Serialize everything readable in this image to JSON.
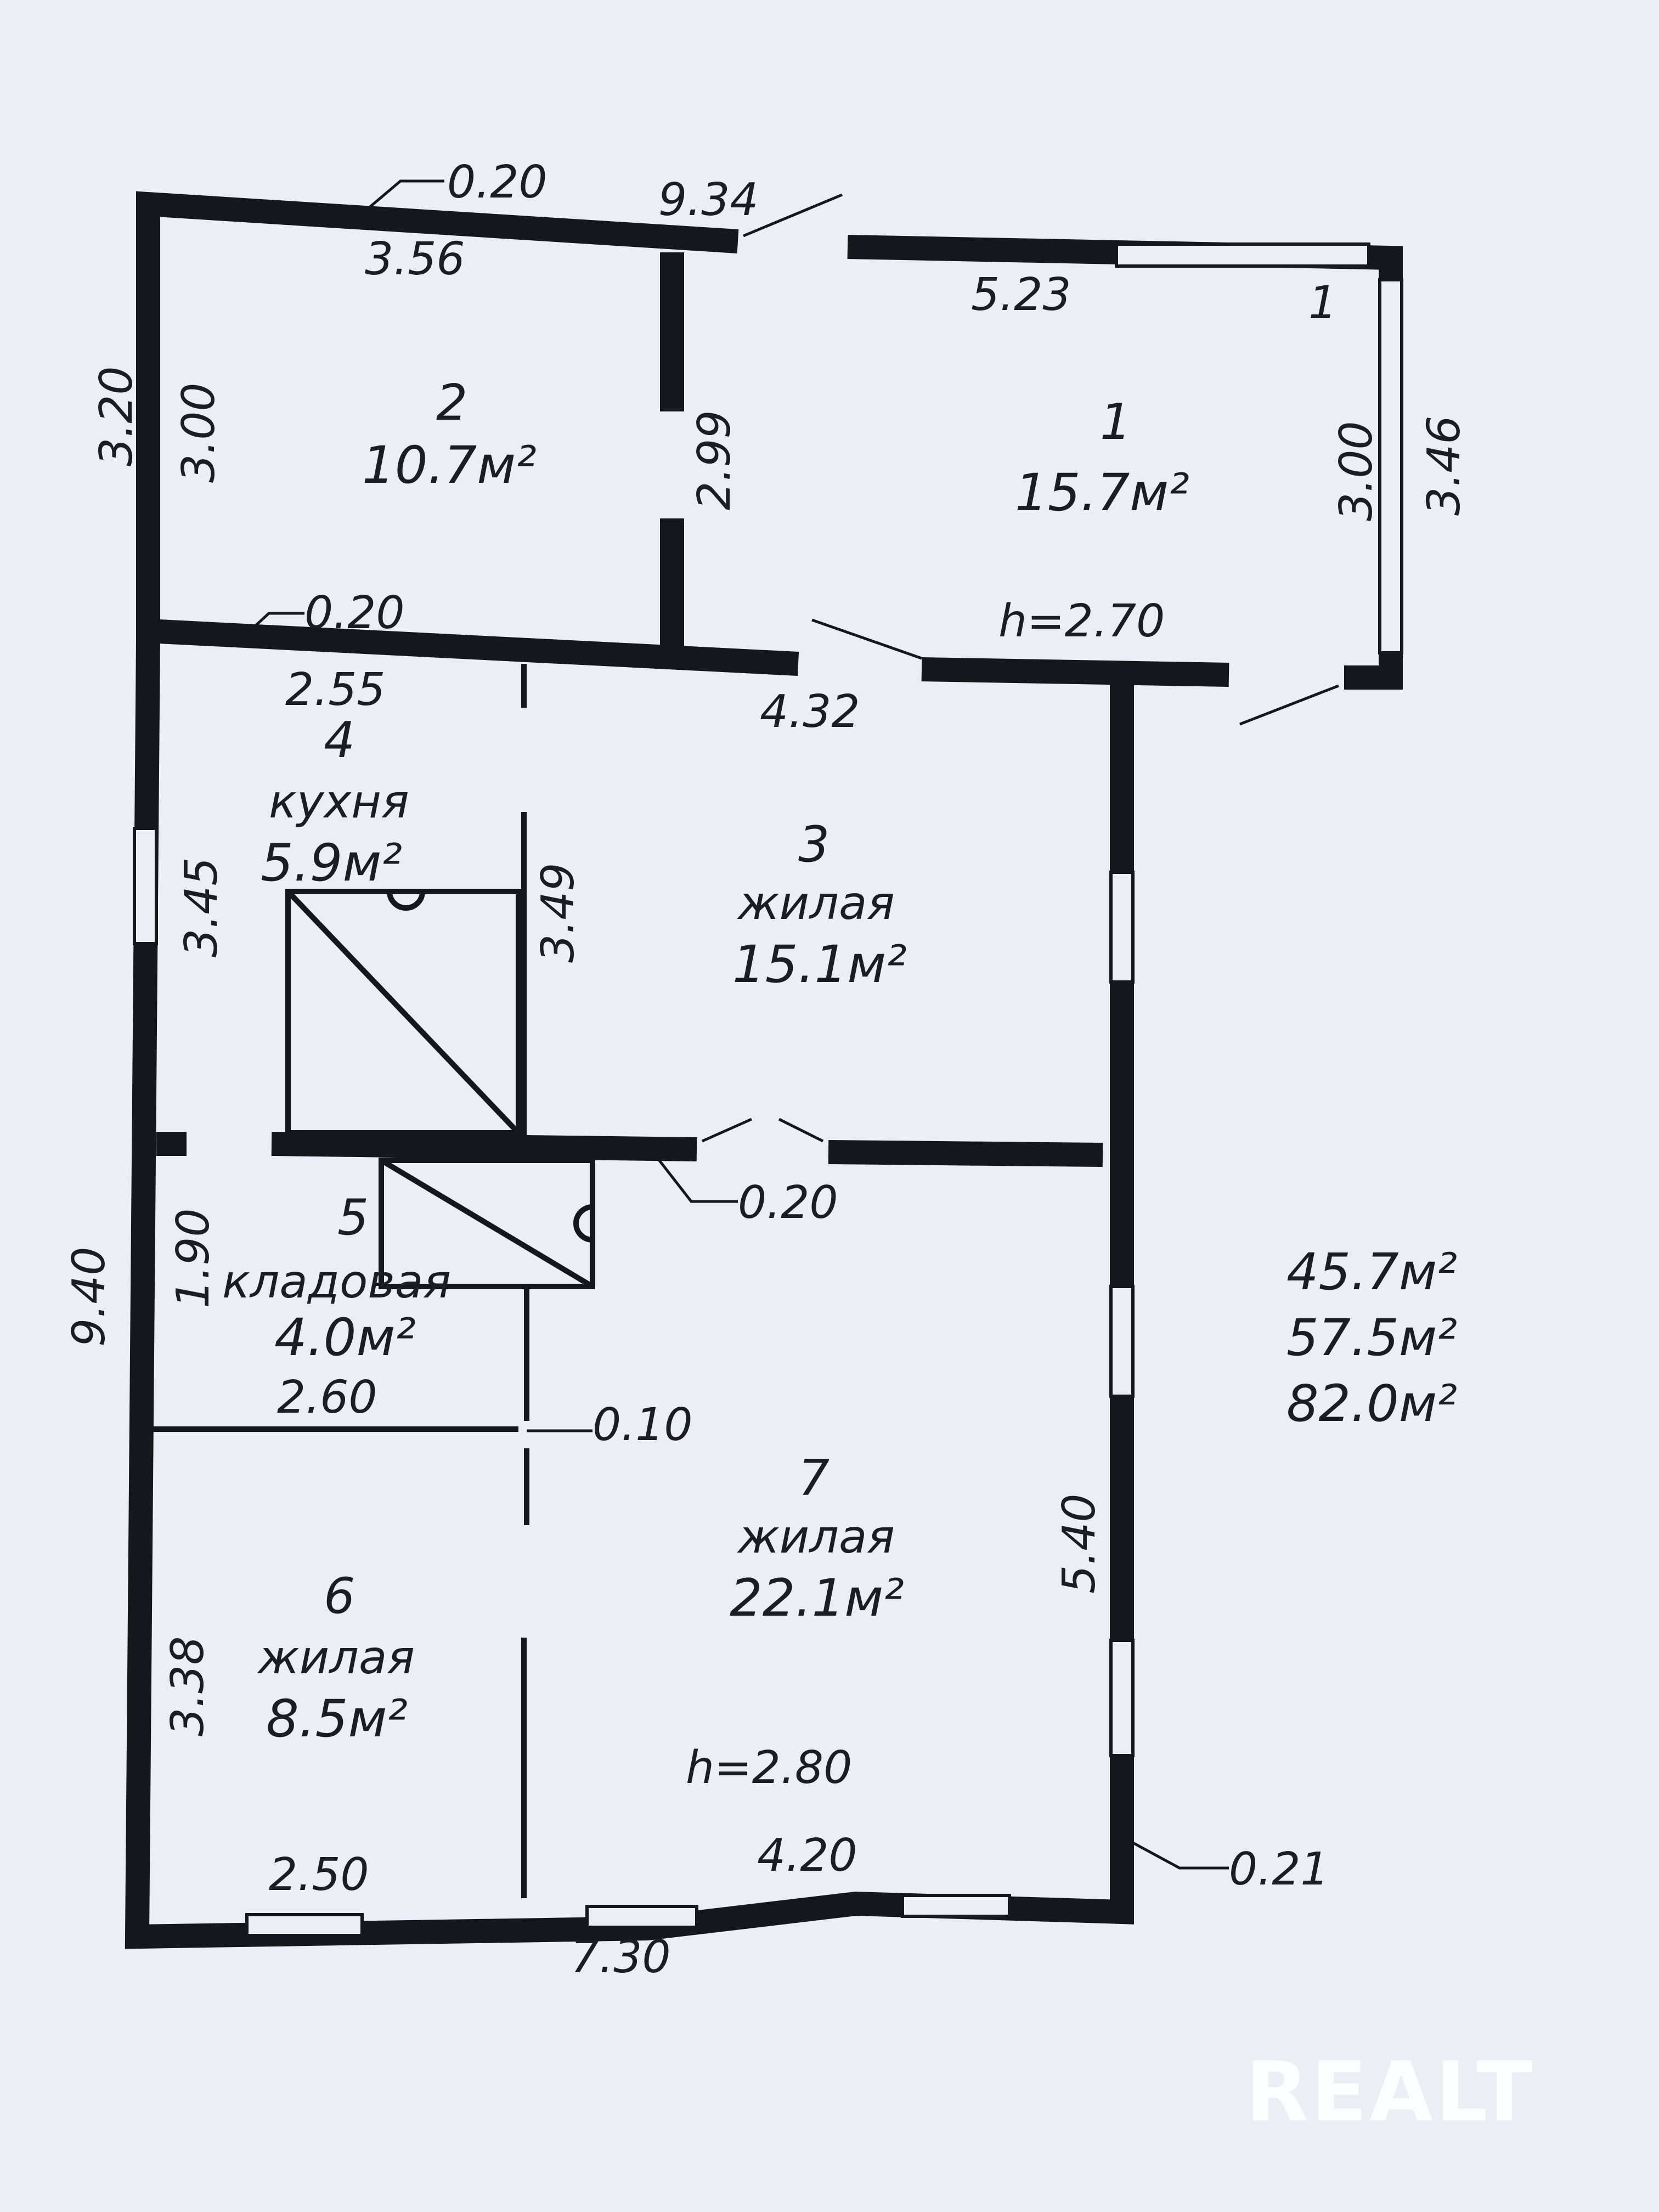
{
  "rooms": [
    {
      "num": "1",
      "name": "",
      "area": "15.7м²"
    },
    {
      "num": "2",
      "name": "",
      "area": "10.7м²"
    },
    {
      "num": "3",
      "name": "жилая",
      "area": "15.1м²"
    },
    {
      "num": "4",
      "name": "кухня",
      "area": "5.9м²"
    },
    {
      "num": "5",
      "name": "кладовая",
      "area": "4.0м²"
    },
    {
      "num": "6",
      "name": "жилая",
      "area": "8.5м²"
    },
    {
      "num": "7",
      "name": "жилая",
      "area": "22.1м²"
    }
  ],
  "dimensions": {
    "d020_top": "0.20",
    "d934": "9.34",
    "d356": "3.56",
    "d523": "5.23",
    "d1_mark": "1",
    "d320": "3.20",
    "d300_left": "3.00",
    "d299": "2.99",
    "d300_right": "3.00",
    "d346": "3.46",
    "d020_mid": "0.20",
    "h270": "h=2.70",
    "d255": "2.55",
    "d432": "4.32",
    "d345": "3.45",
    "d349": "3.49",
    "d020_inner": "0.20",
    "d940": "9.40",
    "d190": "1.90",
    "d260": "2.60",
    "d010": "0.10",
    "d540": "5.40",
    "d338": "3.38",
    "h280": "h=2.80",
    "d250": "2.50",
    "d420": "4.20",
    "d021": "0.21",
    "d730": "7.30"
  },
  "totals": [
    "45.7м²",
    "57.5м²",
    "82.0м²"
  ],
  "watermark": "REALT"
}
